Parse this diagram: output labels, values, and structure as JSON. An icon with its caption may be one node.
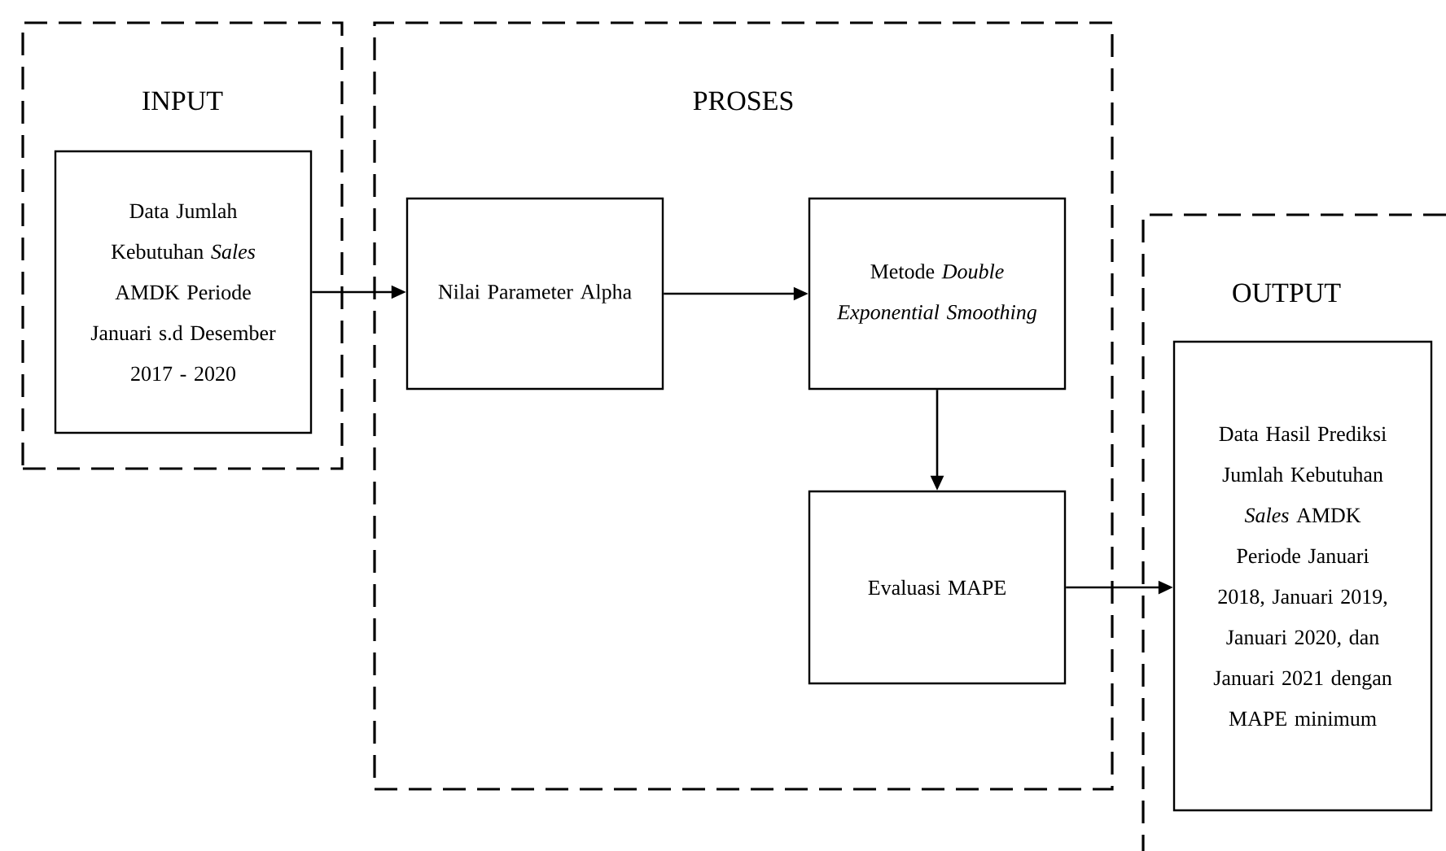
{
  "diagram": {
    "nodes": [
      {
        "text": [
          "INPUT"
        ]
      },
      {
        "text": [
          "Data Jumlah Kebutuhan *Sales* AMDK Periode Januari s.d Desember 2017 - 2020"
        ],
        "in": 0
      },
      {
        "text": [
          "PROSES"
        ]
      },
      {
        "text": [
          "Nilai Parameter Alpha"
        ],
        "in": 2
      },
      {
        "text": [
          "Metode *Double Exponential Smoothing*"
        ],
        "in": 2
      },
      {
        "text": [
          "Evaluasi MAPE"
        ],
        "in": 2
      },
      {
        "text": [
          "OUTPUT"
        ]
      },
      {
        "text": [
          "Data Hasil Prediksi Jumlah Kebutuhan *Sales* AMDK Periode Januari 2018, Januari 2019, Januari 2020, dan Januari 2021 dengan MAPE minimum"
        ],
        "in": 6
      }
    ],
    "edges": [
      {
        "from": 1,
        "to": 3,
        "arrow": "to"
      },
      {
        "from": 3,
        "to": 4,
        "arrow": "to"
      },
      {
        "from": 4,
        "to": 5,
        "arrow": "to"
      },
      {
        "from": 5,
        "to": 7,
        "arrow": "to"
      }
    ]
  }
}
